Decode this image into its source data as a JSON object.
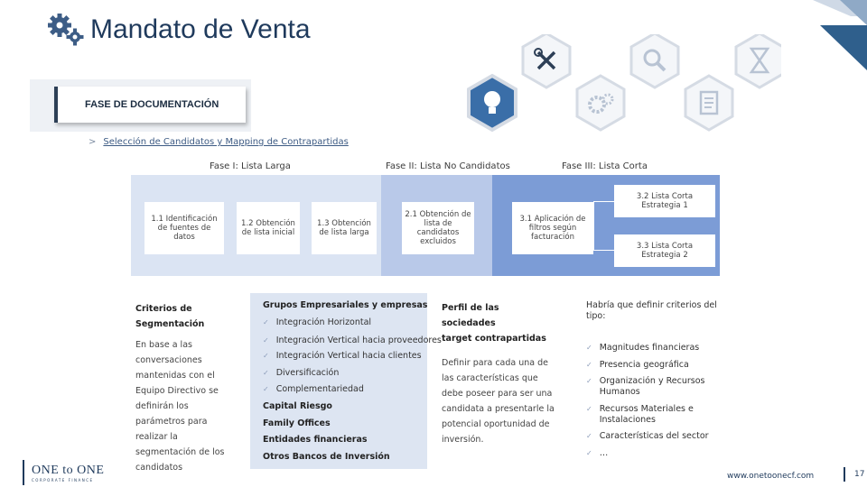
{
  "title": "Mandato de Venta",
  "phase_banner": "FASE DE DOCUMENTACIÓN",
  "selection": {
    "arrow": ">",
    "text": "Selección de Candidatos y Mapping de Contrapartidas"
  },
  "phases": [
    {
      "label": "Fase I: Lista Larga"
    },
    {
      "label": "Fase II: Lista No Candidatos"
    },
    {
      "label": "Fase III: Lista Corta"
    }
  ],
  "steps": {
    "s11": "1.1 Identificación de fuentes de datos",
    "s12": "1.2 Obtención de lista inicial",
    "s13": "1.3 Obtención de lista larga",
    "s21": "2.1 Obtención de lista de candidatos excluidos",
    "s31": "3.1 Aplicación de filtros según facturación",
    "s32": "3.2 Lista Corta Estrategia 1",
    "s33": "3.3 Lista Corta Estrategia 2"
  },
  "criteria": {
    "heading1": "Criterios de",
    "heading2": "Segmentación",
    "lines": [
      "En base a las",
      "conversaciones",
      "mantenidas con el",
      "Equipo Directivo se",
      "definirán los",
      "parámetros para",
      "realizar la",
      "segmentación de los",
      "candidatos"
    ]
  },
  "groups": {
    "heading": "Grupos Empresariales y empresas",
    "items": [
      "Integración Horizontal",
      "Integración Vertical hacia proveedores",
      "Integración Vertical hacia clientes",
      "Diversificación",
      "Complementariedad"
    ],
    "extra": [
      "Capital Riesgo",
      "Family Offices",
      "Entidades financieras",
      "Otros Bancos de Inversión"
    ]
  },
  "profile": {
    "heading1": "Perfil de las sociedades",
    "heading2": "target contrapartidas",
    "lines": [
      "Definir para cada una de",
      "las características que",
      "debe poseer para ser una",
      "candidata a presentarle la",
      "potencial oportunidad de",
      "inversión."
    ]
  },
  "define": {
    "intro": "Habría que definir criterios del tipo:",
    "items": [
      "Magnitudes financieras",
      "Presencia geográfica",
      "Organización y Recursos Humanos",
      "Recursos Materiales e Instalaciones",
      "Características del sector",
      "…"
    ]
  },
  "footer": {
    "logo": "ONE to ONE",
    "logo_sub": "CORPORATE FINANCE",
    "url": "www.onetoonecf.com",
    "page": "17"
  },
  "icons": [
    "gears-icon",
    "tools-icon",
    "search-icon",
    "hourglass-icon",
    "lightbulb-icon",
    "gear-icon",
    "document-icon"
  ]
}
